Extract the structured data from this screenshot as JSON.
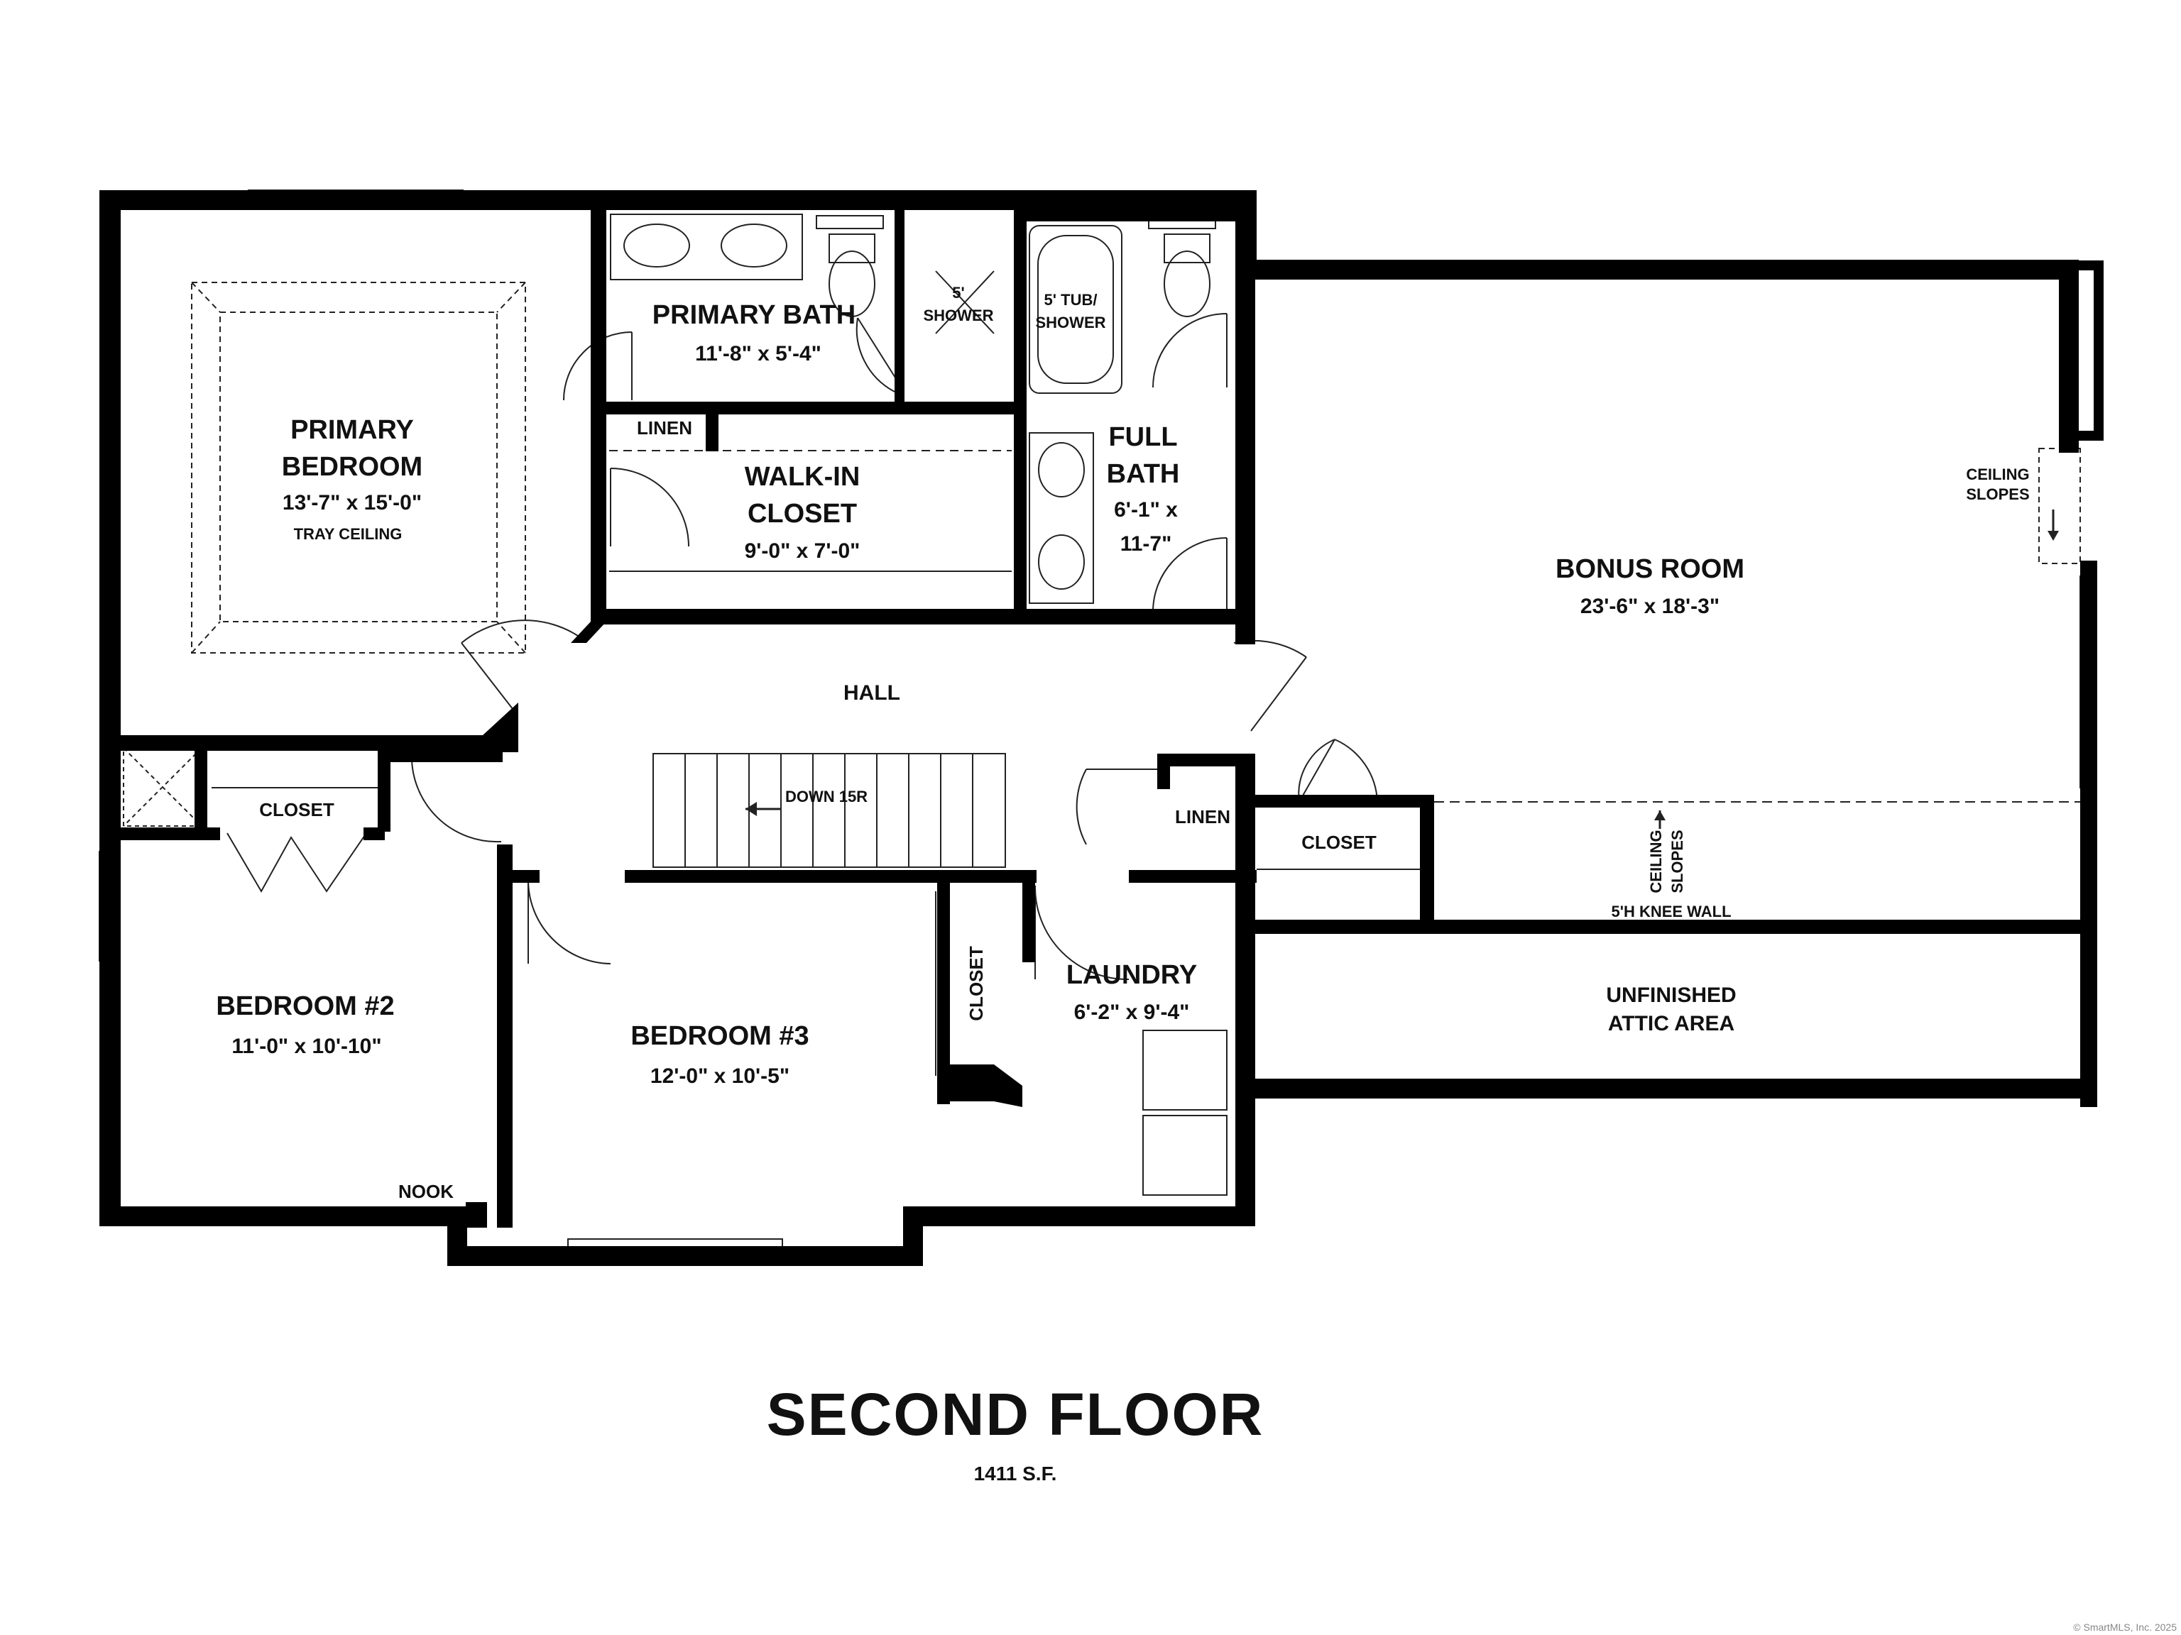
{
  "plan": {
    "title": "SECOND FLOOR",
    "area": "1411 S.F.",
    "copyright": "© SmartMLS, Inc. 2025"
  },
  "rooms": {
    "primary_bedroom": {
      "name_line1": "PRIMARY",
      "name_line2": "BEDROOM",
      "dims": "13'-7\" x 15'-0\"",
      "note": "TRAY CEILING"
    },
    "primary_bath": {
      "name": "PRIMARY BATH",
      "dims": "11'-8\" x 5'-4\""
    },
    "shower": {
      "line1": "5'",
      "line2": "SHOWER"
    },
    "tub": {
      "line1": "5' TUB/",
      "line2": "SHOWER"
    },
    "linen_top": {
      "name": "LINEN"
    },
    "walkin_closet": {
      "name_line1": "WALK-IN",
      "name_line2": "CLOSET",
      "dims": "9'-0\" x 7'-0\""
    },
    "full_bath": {
      "name_line1": "FULL",
      "name_line2": "BATH",
      "dims_line1": "6'-1\" x",
      "dims_line2": "11-7\""
    },
    "bonus_room": {
      "name": "BONUS ROOM",
      "dims": "23'-6\" x 18'-3\""
    },
    "ceiling_slopes_right": {
      "line1": "CEILING",
      "line2": "SLOPES"
    },
    "hall": {
      "name": "HALL"
    },
    "stair": {
      "label": "DOWN 15R"
    },
    "closet_bed2": {
      "name": "CLOSET"
    },
    "linen_mid": {
      "name": "LINEN"
    },
    "closet_bonus": {
      "name": "CLOSET"
    },
    "ceiling_slopes_mid": {
      "line1": "CEILING",
      "line2": "SLOPES"
    },
    "knee_wall": {
      "label": "5'H KNEE WALL"
    },
    "bedroom2": {
      "name": "BEDROOM #2",
      "dims": "11'-0\" x 10'-10\""
    },
    "bedroom3": {
      "name": "BEDROOM #3",
      "dims": "12'-0\" x 10'-5\""
    },
    "closet_bed3": {
      "name": "CLOSET"
    },
    "laundry": {
      "name": "LAUNDRY",
      "dims": "6'-2\" x 9'-4\""
    },
    "attic": {
      "name_line1": "UNFINISHED",
      "name_line2": "ATTIC AREA"
    },
    "nook": {
      "name": "NOOK"
    }
  }
}
